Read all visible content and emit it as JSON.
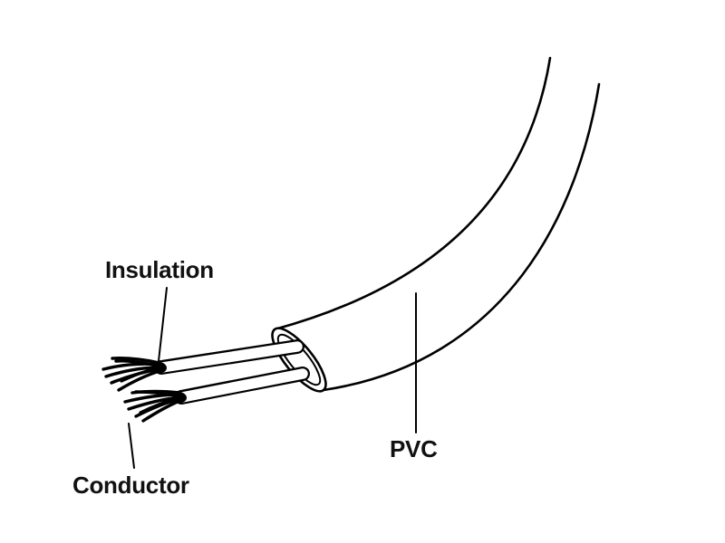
{
  "diagram": {
    "name": "stripped-cable-cross-section",
    "labels": {
      "insulation": "Insulation",
      "conductor": "Conductor",
      "pvc": "PVC"
    },
    "colors": {
      "line": "#000000",
      "background": "#ffffff",
      "text": "#111111"
    }
  }
}
